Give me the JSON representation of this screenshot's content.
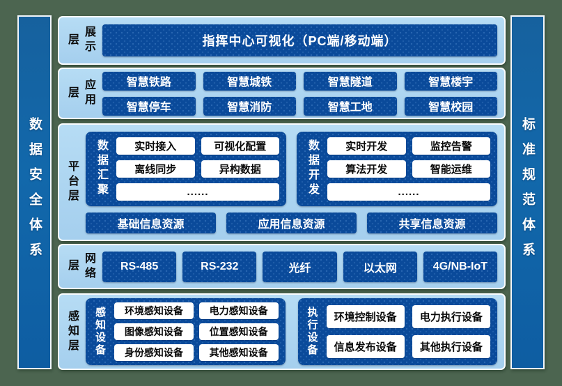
{
  "pillars": {
    "left": "数据安全体系",
    "right": "标准规范体系"
  },
  "layers": {
    "presentation": {
      "label": "展示层",
      "items": [
        "指挥中心可视化（PC端/移动端）"
      ]
    },
    "application": {
      "label": "应用层",
      "items": [
        "智慧铁路",
        "智慧城铁",
        "智慧隧道",
        "智慧楼宇",
        "智慧停车",
        "智慧消防",
        "智慧工地",
        "智慧校园"
      ]
    },
    "platform": {
      "label": "平台层",
      "groups": [
        {
          "label": "数据汇聚",
          "chips": [
            "实时接入",
            "可视化配置",
            "离线同步",
            "异构数据"
          ],
          "more": "......"
        },
        {
          "label": "数据开发",
          "chips": [
            "实时开发",
            "监控告警",
            "算法开发",
            "智能运维"
          ],
          "more": "......"
        }
      ],
      "resources": [
        "基础信息资源",
        "应用信息资源",
        "共享信息资源"
      ]
    },
    "network": {
      "label": "网络层",
      "items": [
        "RS-485",
        "RS-232",
        "光纤",
        "以太网",
        "4G/NB-IoT"
      ]
    },
    "perception": {
      "label": "感知层",
      "groups": [
        {
          "label": "感知设备",
          "chips": [
            "环境感知设备",
            "电力感知设备",
            "图像感知设备",
            "位置感知设备",
            "身份感知设备",
            "其他感知设备"
          ]
        },
        {
          "label": "执行设备",
          "chips": [
            "环境控制设备",
            "电力执行设备",
            "信息发布设备",
            "其他执行设备"
          ]
        }
      ]
    }
  },
  "colors": {
    "background_green": "#4c6550",
    "panel_light_blue": "#aad3ee",
    "box_dark_blue": "#0a4a9a",
    "pillar_blue": "#1166a8",
    "chip_white": "#ffffff",
    "border_white": "#fbfdfe"
  }
}
